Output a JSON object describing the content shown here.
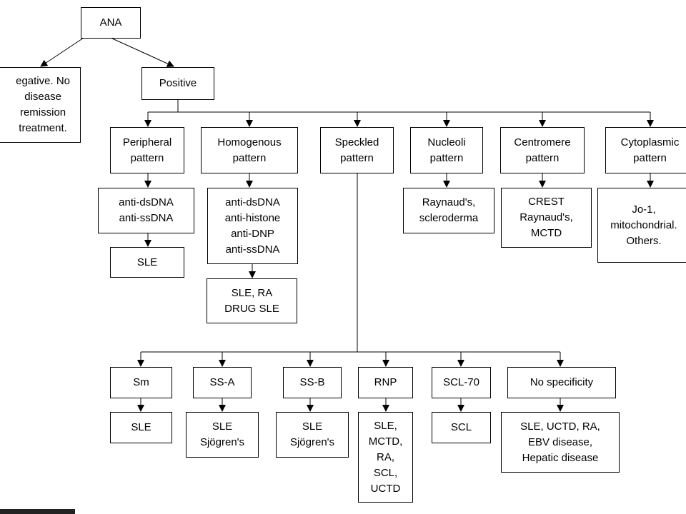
{
  "diagram": {
    "root": "ANA",
    "negative": "egative. No\ndisease\nremission\ntreatment.",
    "positive": "Positive",
    "patterns": {
      "peripheral": "Peripheral\npattern",
      "homogenous": "Homogenous\npattern",
      "speckled": "Speckled\npattern",
      "nucleoli": "Nucleoli\npattern",
      "centromere": "Centromere\npattern",
      "cytoplasmic": "Cytoplasmic\npattern"
    },
    "antibodies": {
      "peripheral": "anti-dsDNA\nanti-ssDNA",
      "homogenous": "anti-dsDNA\nanti-histone\nanti-DNP\nanti-ssDNA",
      "nucleoli": "Raynaud's,\nscleroderma",
      "centromere": "CREST\nRaynaud's,\nMCTD",
      "cytoplasmic": "Jo-1,\nmitochondrial.\nOthers."
    },
    "diseases": {
      "peripheral": "SLE",
      "homogenous": "SLE, RA\nDRUG SLE"
    },
    "speckled_children": {
      "sm": "Sm",
      "ssa": "SS-A",
      "ssb": "SS-B",
      "rnp": "RNP",
      "scl70": "SCL-70",
      "nospec": "No specificity"
    },
    "speckled_diseases": {
      "sm": "SLE",
      "ssa": "SLE\nSjögren's",
      "ssb": "SLE\nSjögren's",
      "rnp": "SLE,\nMCTD,\nRA,\nSCL,\nUCTD",
      "scl70": "SCL",
      "nospec": "SLE, UCTD, RA,\nEBV disease,\nHepatic disease"
    }
  }
}
